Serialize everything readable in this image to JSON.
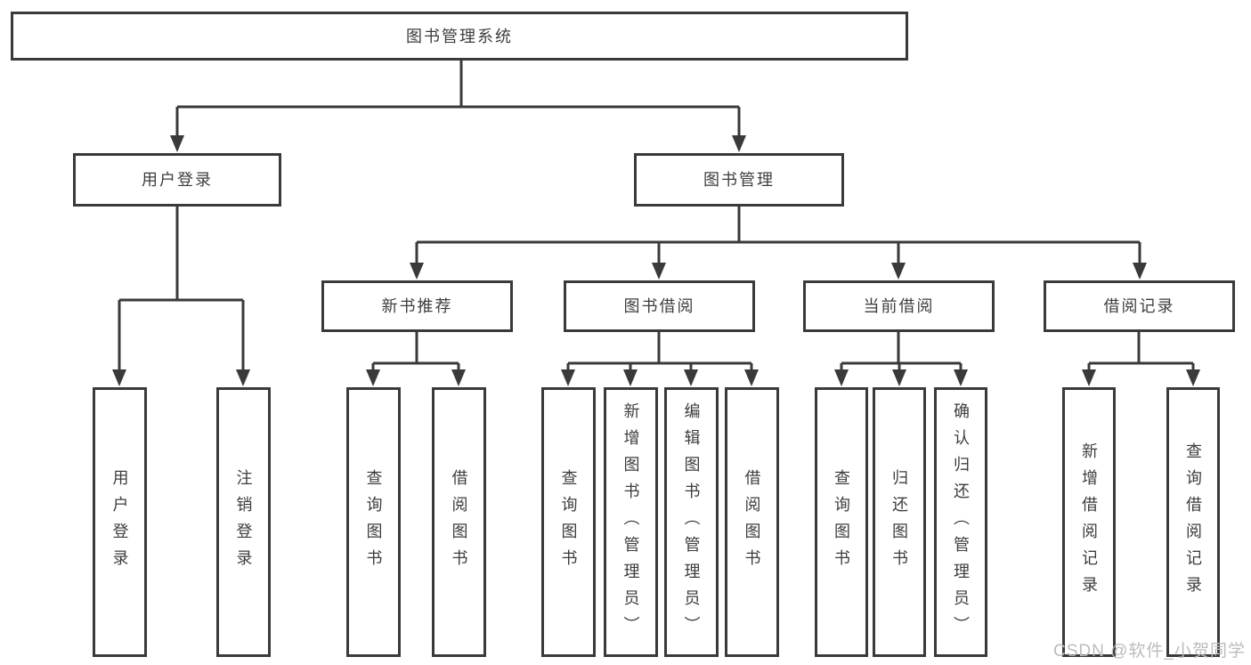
{
  "root": {
    "label": "图书管理系统"
  },
  "level2": [
    {
      "label": "用户登录"
    },
    {
      "label": "图书管理"
    }
  ],
  "level3": [
    {
      "label": "新书推荐"
    },
    {
      "label": "图书借阅"
    },
    {
      "label": "当前借阅"
    },
    {
      "label": "借阅记录"
    }
  ],
  "leaves": [
    {
      "label": "用户登录",
      "parent": "用户登录"
    },
    {
      "label": "注销登录",
      "parent": "用户登录"
    },
    {
      "label": "查询图书",
      "parent": "新书推荐"
    },
    {
      "label": "借阅图书",
      "parent": "新书推荐"
    },
    {
      "label": "查询图书",
      "parent": "图书借阅"
    },
    {
      "label": "新增图书（管理员）",
      "parent": "图书借阅"
    },
    {
      "label": "编辑图书（管理员）",
      "parent": "图书借阅"
    },
    {
      "label": "借阅图书",
      "parent": "图书借阅"
    },
    {
      "label": "查询图书",
      "parent": "当前借阅"
    },
    {
      "label": "归还图书",
      "parent": "当前借阅"
    },
    {
      "label": "确认归还（管理员）",
      "parent": "当前借阅"
    },
    {
      "label": "新增借阅记录",
      "parent": "借阅记录"
    },
    {
      "label": "查询借阅记录",
      "parent": "借阅记录"
    }
  ],
  "hierarchy": {
    "图书管理系统": [
      "用户登录",
      "图书管理"
    ],
    "用户登录": [
      "用户登录",
      "注销登录"
    ],
    "图书管理": [
      "新书推荐",
      "图书借阅",
      "当前借阅",
      "借阅记录"
    ],
    "新书推荐": [
      "查询图书",
      "借阅图书"
    ],
    "图书借阅": [
      "查询图书",
      "新增图书（管理员）",
      "编辑图书（管理员）",
      "借阅图书"
    ],
    "当前借阅": [
      "查询图书",
      "归还图书",
      "确认归还（管理员）"
    ],
    "借阅记录": [
      "新增借阅记录",
      "查询借阅记录"
    ]
  },
  "watermark": {
    "text": "CSDN @软件_小贺同学"
  },
  "colors": {
    "line": "#3a3a3a",
    "box_border": "#3a3a3a",
    "text": "#3d3d3d",
    "watermark": "#bcbcbc",
    "background": "#ffffff"
  }
}
